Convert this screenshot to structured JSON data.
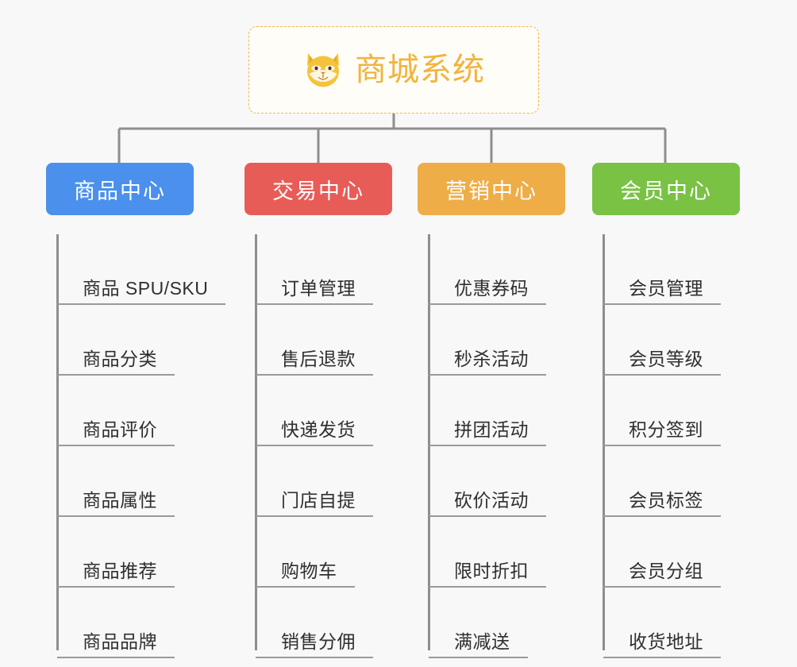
{
  "canvas": {
    "background": "#f8f8f8",
    "connector_color": "#8e8e8e"
  },
  "root": {
    "title": "商城系统",
    "icon": "shiba-dog-face-icon",
    "text_color": "#f2b33d",
    "border_color": "#f0b84a",
    "background": "#fffdf7"
  },
  "branches": [
    {
      "label": "商品中心",
      "color": "#4a90ec",
      "items": [
        "商品 SPU/SKU",
        "商品分类",
        "商品评价",
        "商品属性",
        "商品推荐",
        "商品品牌"
      ]
    },
    {
      "label": "交易中心",
      "color": "#e85c58",
      "items": [
        "订单管理",
        "售后退款",
        "快递发货",
        "门店自提",
        "购物车",
        "销售分佣"
      ]
    },
    {
      "label": "营销中心",
      "color": "#eead46",
      "items": [
        "优惠券码",
        "秒杀活动",
        "拼团活动",
        "砍价活动",
        "限时折扣",
        "满减送"
      ]
    },
    {
      "label": "会员中心",
      "color": "#79c244",
      "items": [
        "会员管理",
        "会员等级",
        "积分签到",
        "会员标签",
        "会员分组",
        "收货地址"
      ]
    }
  ]
}
